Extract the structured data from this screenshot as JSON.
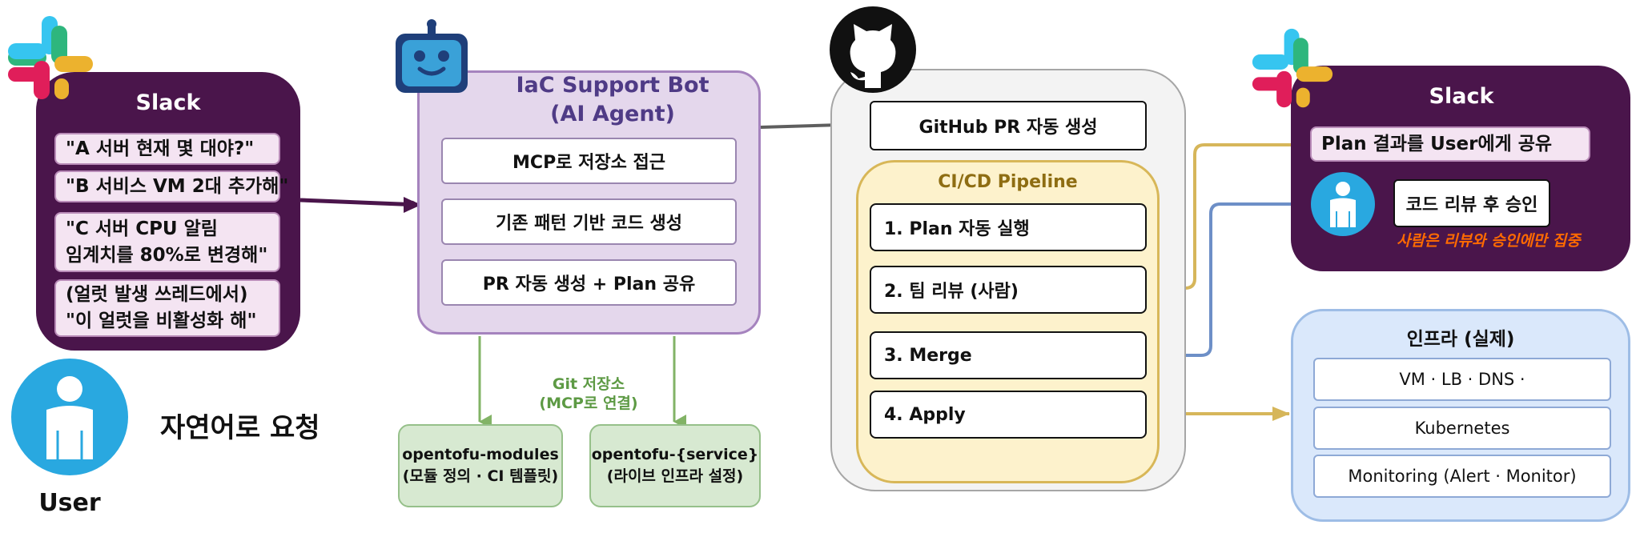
{
  "colors": {
    "slack_purple": "#4a154b",
    "bot_purple": "#e4d7ec",
    "cicd_yellow": "#fdf2cc",
    "repo_green": "#d7e9d1",
    "infra_blue": "#dae8fb",
    "user_blue": "#29a8e0",
    "arrow_gold": "#d6b65a",
    "arrow_blue": "#6d8fc7",
    "arrow_purple": "#4a154b",
    "arrow_gray": "#5e5e5e",
    "arrow_green": "#82b366",
    "note_orange": "#ff6a00"
  },
  "icons": [
    "slack-logo-icon",
    "robot-icon",
    "github-octocat-icon",
    "user-icon"
  ],
  "left_slack": {
    "title": "Slack",
    "messages": [
      "\"A 서버 현재 몇 대야?\"",
      "\"B 서비스 VM 2대 추가해\"",
      "\"C 서버 CPU 알림",
      "임계치를 80%로 변경해\"",
      "(얼럿 발생 쓰레드에서)",
      "\"이 얼럿을 비활성화 해\""
    ]
  },
  "user": {
    "label": "User",
    "request_text": "자연어로 요청"
  },
  "bot": {
    "title_line1": "IaC Support Bot",
    "title_line2": "(AI Agent)",
    "items": [
      "MCP로 저장소 접근",
      "기존 패턴 기반 코드 생성",
      "PR 자동 생성 + Plan 공유"
    ]
  },
  "git": {
    "label_line1": "Git 저장소",
    "label_line2": "(MCP로 연결)",
    "repos": [
      {
        "name": "opentofu-modules",
        "desc": "(모듈 정의 · CI 템플릿)"
      },
      {
        "name": "opentofu-{service}",
        "desc": "(라이브 인프라 설정)"
      }
    ]
  },
  "github": {
    "pr_label": "GitHub PR 자동 생성",
    "cicd_title": "CI/CD Pipeline",
    "steps": [
      "1. Plan 자동 실행",
      "2. 팀 리뷰 (사람)",
      "3. Merge",
      "4. Apply"
    ]
  },
  "right_slack": {
    "title": "Slack",
    "share_text": "Plan 결과를 User에게 공유",
    "approve_text": "코드 리뷰 후 승인",
    "note": "사람은 리뷰와 승인에만 집중"
  },
  "infra": {
    "title": "인프라 (실제)",
    "items": [
      "VM · LB · DNS ·",
      "Kubernetes",
      "Monitoring (Alert · Monitor)"
    ]
  }
}
